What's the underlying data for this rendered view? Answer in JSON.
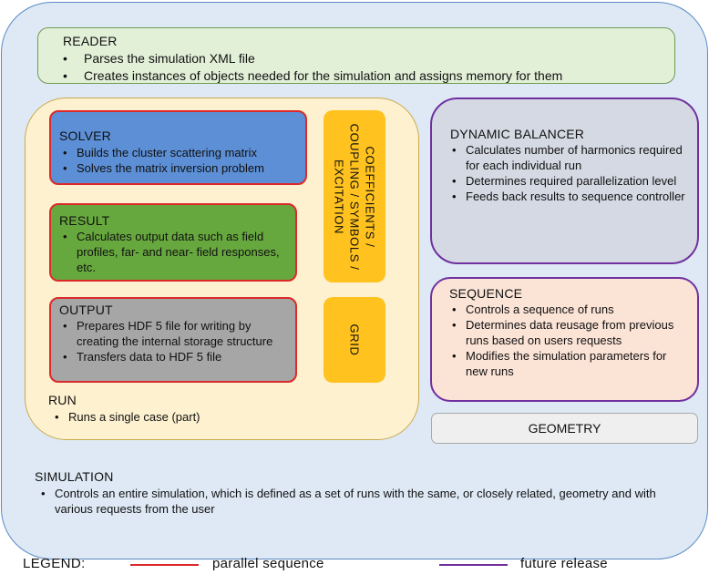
{
  "simulation": {
    "title": "SIMULATION",
    "items": [
      "Controls an entire simulation, which is defined as a set of runs with the same, or closely related, geometry and with various requests from the user"
    ]
  },
  "reader": {
    "title": "READER",
    "items": [
      "Parses the simulation XML file",
      "Creates instances of objects needed for the simulation and assigns memory for them"
    ]
  },
  "run": {
    "title": "RUN",
    "items": [
      "Runs a single case (part)"
    ]
  },
  "solver": {
    "title": "SOLVER",
    "items": [
      "Builds the cluster scattering matrix",
      "Solves the matrix inversion problem"
    ]
  },
  "result": {
    "title": "RESULT",
    "items": [
      "Calculates output data such as field profiles, far- and near- field responses, etc."
    ]
  },
  "output": {
    "title": "OUTPUT",
    "items": [
      "Prepares HDF 5 file for writing by creating the internal storage structure",
      "Transfers data to HDF 5 file"
    ]
  },
  "coefficients": {
    "line1": "COEFFICIENTS /",
    "line2": "COUPLING / SYMBOLS /",
    "line3": "EXCITATION"
  },
  "grid": {
    "label": "GRID"
  },
  "dynamic_balancer": {
    "title": "DYNAMIC BALANCER",
    "items": [
      "Calculates number of harmonics required for each individual run",
      "Determines required parallelization level",
      "Feeds back results to sequence controller"
    ]
  },
  "sequence": {
    "title": "SEQUENCE",
    "items": [
      "Controls a sequence of runs",
      "Determines data reusage from previous runs based on users requests",
      "Modifies the simulation parameters for new runs"
    ]
  },
  "geometry": {
    "label": "GEOMETRY"
  },
  "legend": {
    "label": "LEGEND:",
    "parallel": "parallel sequence",
    "future": "future release",
    "colors": {
      "parallel": "#dc2a2a",
      "future": "#7030a0"
    }
  }
}
